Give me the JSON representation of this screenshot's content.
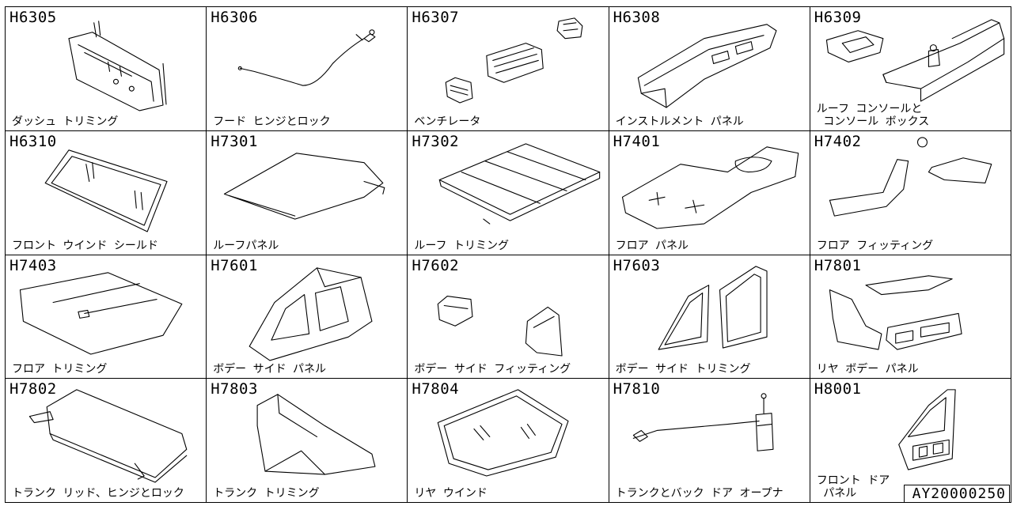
{
  "reference_number": "AY20000250",
  "cells": [
    {
      "code": "H6305",
      "label": "ダッシュ トリミング"
    },
    {
      "code": "H6306",
      "label": "フード ヒンジとロック"
    },
    {
      "code": "H6307",
      "label": "ベンチレータ"
    },
    {
      "code": "H6308",
      "label": "インストルメント パネル"
    },
    {
      "code": "H6309",
      "label": "ルーフ コンソールと\n コンソール ボックス"
    },
    {
      "code": "H6310",
      "label": "フロント ウインド シールド"
    },
    {
      "code": "H7301",
      "label": "ルーフパネル"
    },
    {
      "code": "H7302",
      "label": "ルーフ トリミング"
    },
    {
      "code": "H7401",
      "label": "フロア パネル"
    },
    {
      "code": "H7402",
      "label": "フロア フィッティング"
    },
    {
      "code": "H7403",
      "label": "フロア トリミング"
    },
    {
      "code": "H7601",
      "label": "ボデー サイド パネル"
    },
    {
      "code": "H7602",
      "label": "ボデー サイド フィッティング"
    },
    {
      "code": "H7603",
      "label": "ボデー サイド トリミング"
    },
    {
      "code": "H7801",
      "label": "リヤ ボデー パネル"
    },
    {
      "code": "H7802",
      "label": "トランク リッド、ヒンジとロック"
    },
    {
      "code": "H7803",
      "label": "トランク トリミング"
    },
    {
      "code": "H7804",
      "label": "リヤ ウインド"
    },
    {
      "code": "H7810",
      "label": "トランクとバック ドア オープナ"
    },
    {
      "code": "H8001",
      "label": "フロント ドア\n パネル"
    }
  ]
}
